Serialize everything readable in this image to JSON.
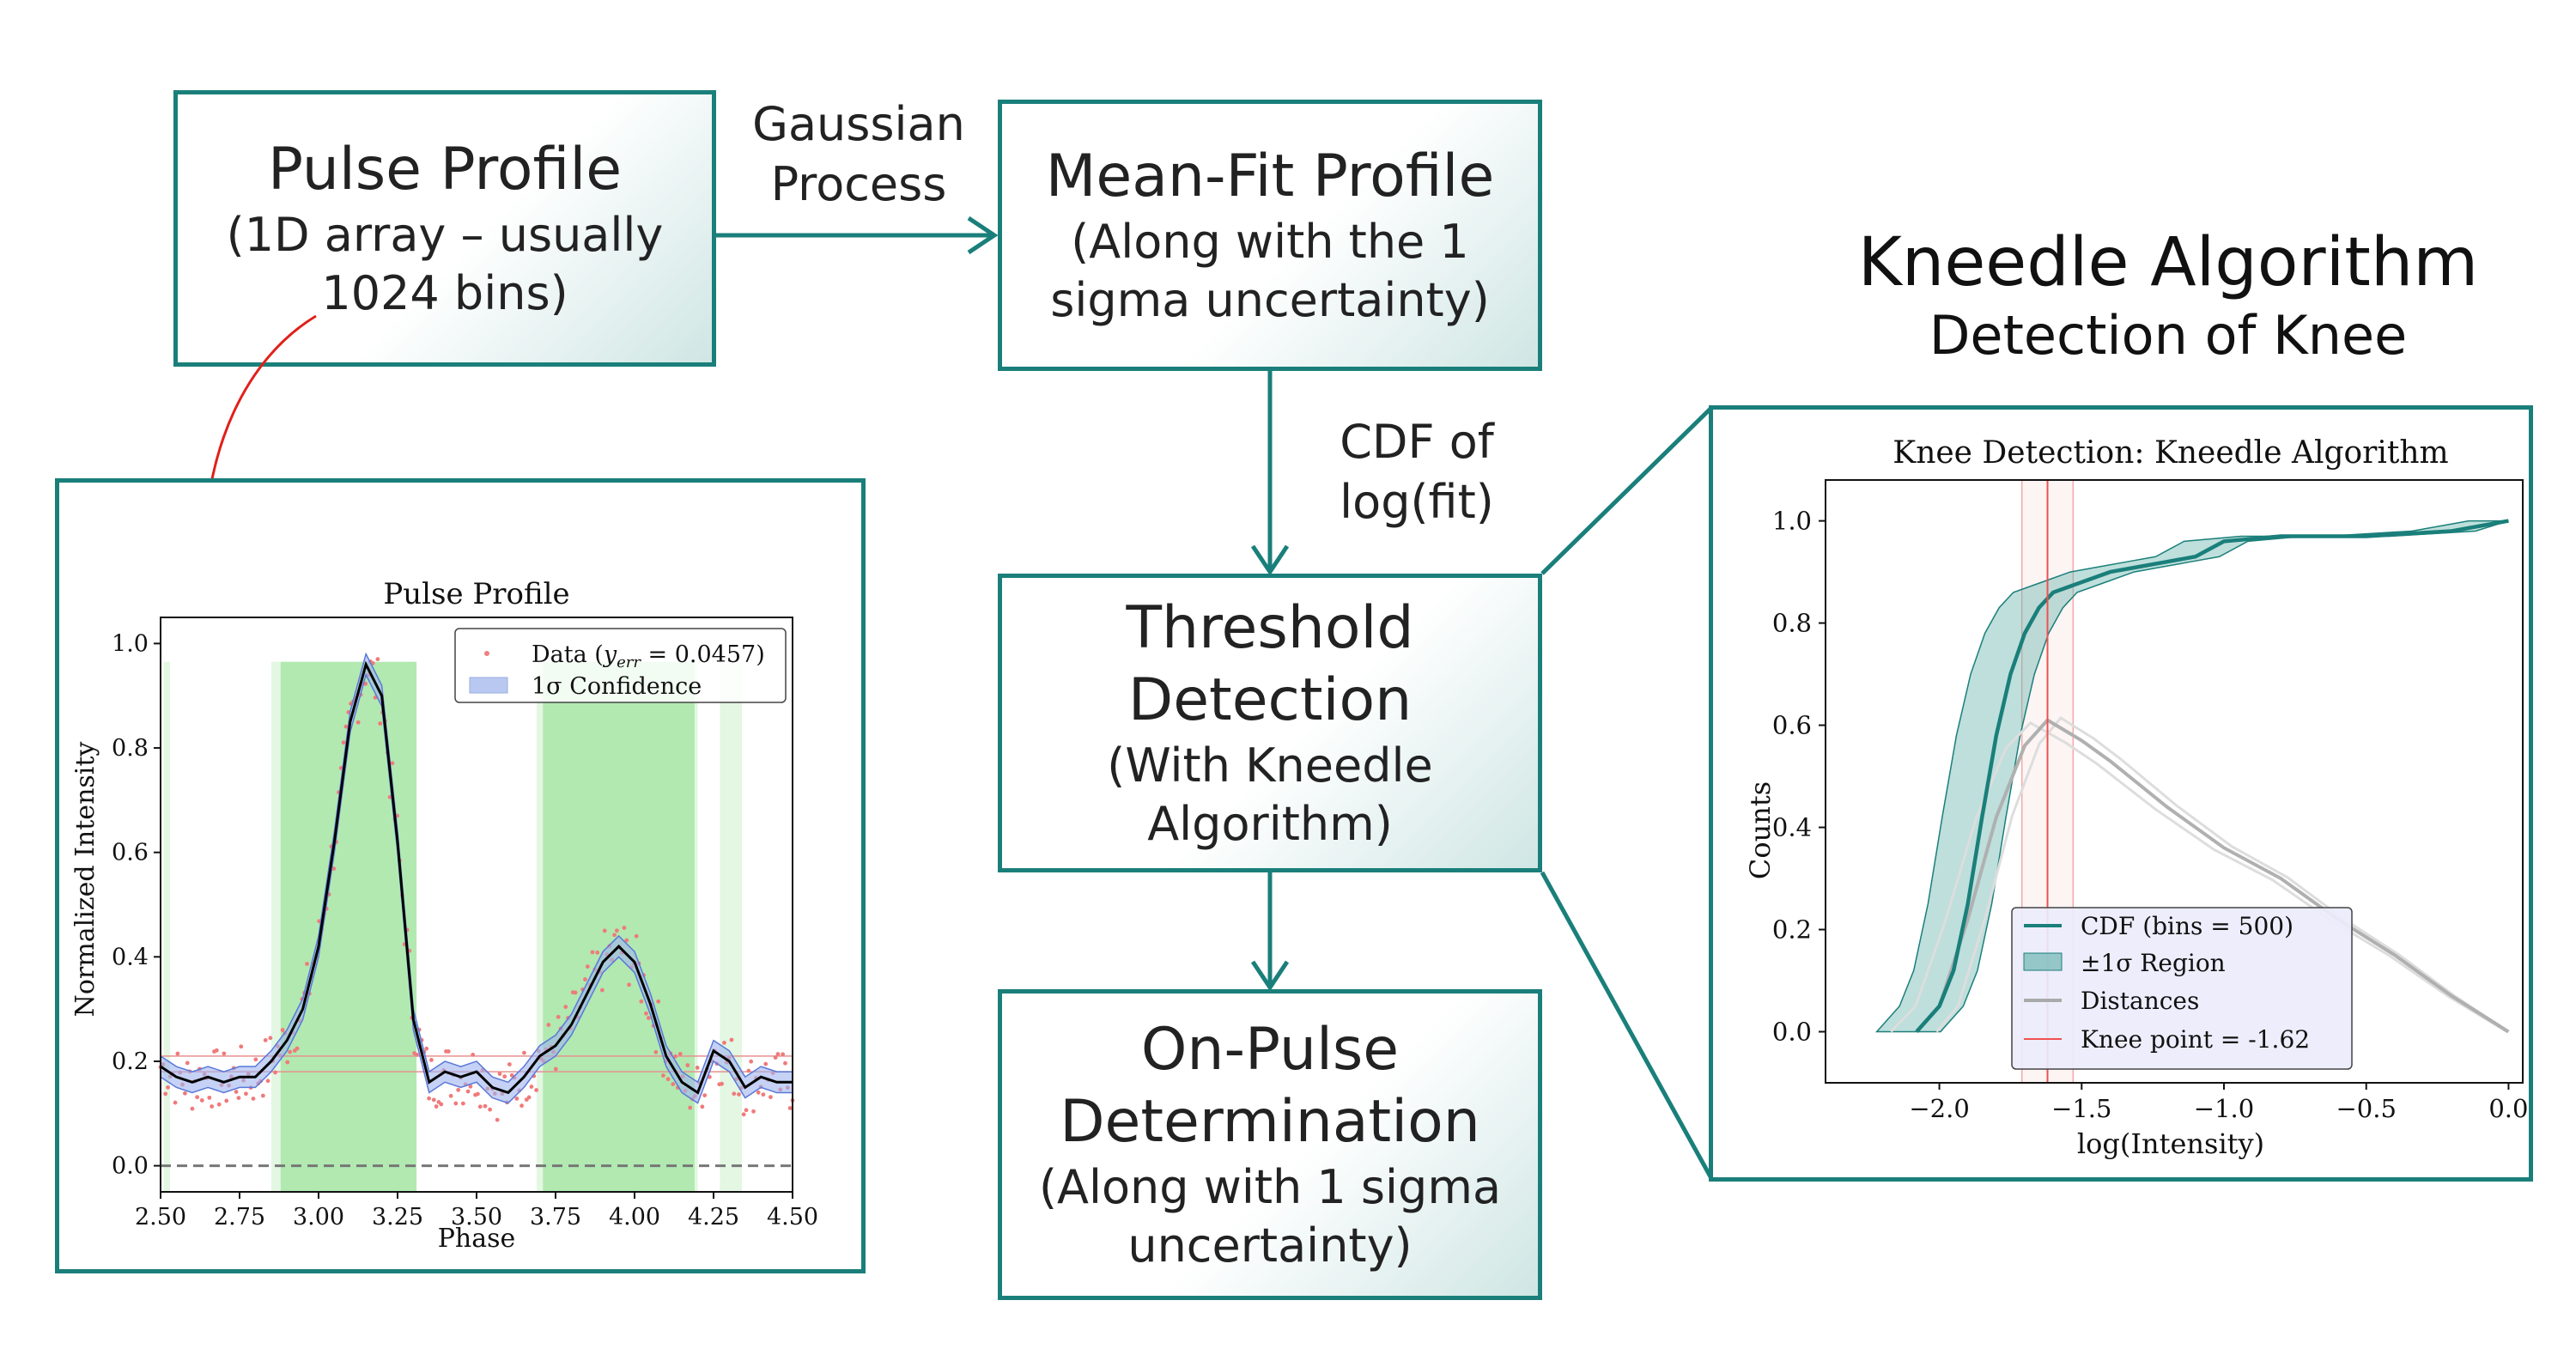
{
  "flow": {
    "pulse": {
      "title": "Pulse Profile",
      "line1": "(1D array – usually",
      "line2": "1024 bins)"
    },
    "meanfit": {
      "title": "Mean-Fit Profile",
      "line1": "(Along with the 1",
      "line2": "sigma uncertainty)"
    },
    "threshold": {
      "title1": "Threshold",
      "title2": "Detection",
      "line1": "(With Kneedle",
      "line2": "Algorithm)"
    },
    "onpulse": {
      "title1": "On-Pulse",
      "title2": "Determination",
      "line1": "(Along with 1 sigma",
      "line2": "uncertainty)"
    },
    "edge_gp": {
      "line1": "Gaussian",
      "line2": "Process"
    },
    "edge_cdf": {
      "line1": "CDF of",
      "line2": "log(fit)"
    },
    "kneedle_heading": {
      "title": "Kneedle Algorithm",
      "subtitle": "Detection of Knee"
    }
  },
  "colors": {
    "accent": "#1a7f7a",
    "arrow_red": "#e0201a",
    "band_green": "#90e090",
    "knee_red": "#f05050"
  },
  "chart_data": [
    {
      "type": "line",
      "title": "Pulse Profile",
      "xlabel": "Phase",
      "ylabel": "Normalized Intensity",
      "xlim": [
        2.5,
        4.5
      ],
      "ylim": [
        -0.05,
        1.05
      ],
      "xticks": [
        "2.50",
        "2.75",
        "3.00",
        "3.25",
        "3.50",
        "3.75",
        "4.00",
        "4.25",
        "4.50"
      ],
      "yticks": [
        "0.0",
        "0.2",
        "0.4",
        "0.6",
        "0.8",
        "1.0"
      ],
      "legend": {
        "placement": "top-right",
        "data_label_pre": "Data (",
        "data_label_var": "y",
        "data_label_sub": "err",
        "data_label_post": " = 0.0457)",
        "conf_label": "1σ Confidence"
      },
      "on_pulse_regions": [
        [
          2.88,
          3.31
        ],
        [
          3.71,
          4.19
        ]
      ],
      "faint_regions": [
        [
          2.51,
          2.53
        ],
        [
          2.85,
          2.88
        ],
        [
          3.69,
          3.71
        ],
        [
          4.19,
          4.2
        ],
        [
          4.27,
          4.34
        ]
      ],
      "fit": {
        "x": [
          2.5,
          2.55,
          2.6,
          2.65,
          2.7,
          2.75,
          2.8,
          2.85,
          2.9,
          2.95,
          3.0,
          3.05,
          3.1,
          3.15,
          3.2,
          3.25,
          3.3,
          3.35,
          3.4,
          3.45,
          3.5,
          3.55,
          3.6,
          3.65,
          3.7,
          3.75,
          3.8,
          3.85,
          3.9,
          3.95,
          4.0,
          4.05,
          4.1,
          4.15,
          4.2,
          4.25,
          4.3,
          4.35,
          4.4,
          4.45,
          4.5
        ],
        "y": [
          0.19,
          0.17,
          0.16,
          0.17,
          0.16,
          0.17,
          0.17,
          0.2,
          0.24,
          0.3,
          0.42,
          0.62,
          0.85,
          0.96,
          0.9,
          0.62,
          0.28,
          0.16,
          0.18,
          0.17,
          0.18,
          0.15,
          0.14,
          0.17,
          0.21,
          0.23,
          0.27,
          0.33,
          0.39,
          0.42,
          0.39,
          0.31,
          0.21,
          0.16,
          0.14,
          0.22,
          0.2,
          0.15,
          0.17,
          0.16,
          0.16
        ],
        "sigma": 0.02
      }
    },
    {
      "type": "line",
      "title": "Knee Detection: Kneedle Algorithm",
      "xlabel": "log(Intensity)",
      "ylabel": "Counts",
      "xlim": [
        -2.4,
        0.05
      ],
      "ylim": [
        -0.1,
        1.08
      ],
      "xticks": [
        "−2.0",
        "−1.5",
        "−1.0",
        "−0.5",
        "0.0"
      ],
      "yticks": [
        "0.0",
        "0.2",
        "0.4",
        "0.6",
        "0.8",
        "1.0"
      ],
      "knee_point": -1.62,
      "knee_band": [
        -1.71,
        -1.53
      ],
      "series": [
        {
          "name": "CDF (bins = 500)",
          "x": [
            -2.08,
            -2.0,
            -1.95,
            -1.9,
            -1.85,
            -1.8,
            -1.75,
            -1.7,
            -1.65,
            -1.6,
            -1.5,
            -1.4,
            -1.3,
            -1.2,
            -1.1,
            -1.0,
            -0.8,
            -0.5,
            -0.2,
            0.0
          ],
          "y": [
            0.0,
            0.05,
            0.12,
            0.25,
            0.42,
            0.58,
            0.7,
            0.78,
            0.83,
            0.86,
            0.88,
            0.9,
            0.91,
            0.92,
            0.93,
            0.96,
            0.97,
            0.97,
            0.98,
            1.0
          ]
        },
        {
          "name": "±1σ Region"
        },
        {
          "name": "Distances",
          "x": [
            -2.08,
            -2.0,
            -1.9,
            -1.8,
            -1.7,
            -1.62,
            -1.5,
            -1.4,
            -1.2,
            -1.0,
            -0.8,
            -0.6,
            -0.4,
            -0.2,
            0.0
          ],
          "y": [
            0.0,
            0.05,
            0.22,
            0.42,
            0.56,
            0.61,
            0.57,
            0.53,
            0.44,
            0.36,
            0.3,
            0.22,
            0.15,
            0.07,
            0.0
          ]
        },
        {
          "name": "Knee point = -1.62"
        }
      ]
    }
  ]
}
